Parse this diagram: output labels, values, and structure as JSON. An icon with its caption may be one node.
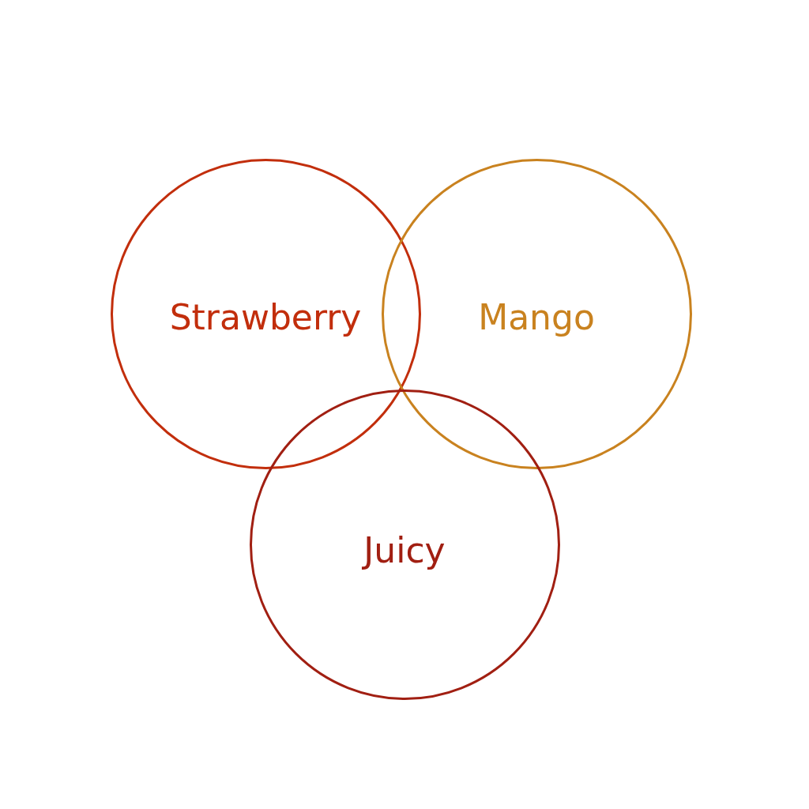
{
  "diagram": {
    "nodes": [
      {
        "text": [
          "Strawberry"
        ]
      },
      {
        "text": [
          "Mango"
        ]
      },
      {
        "text": [
          "Juicy"
        ]
      }
    ]
  }
}
